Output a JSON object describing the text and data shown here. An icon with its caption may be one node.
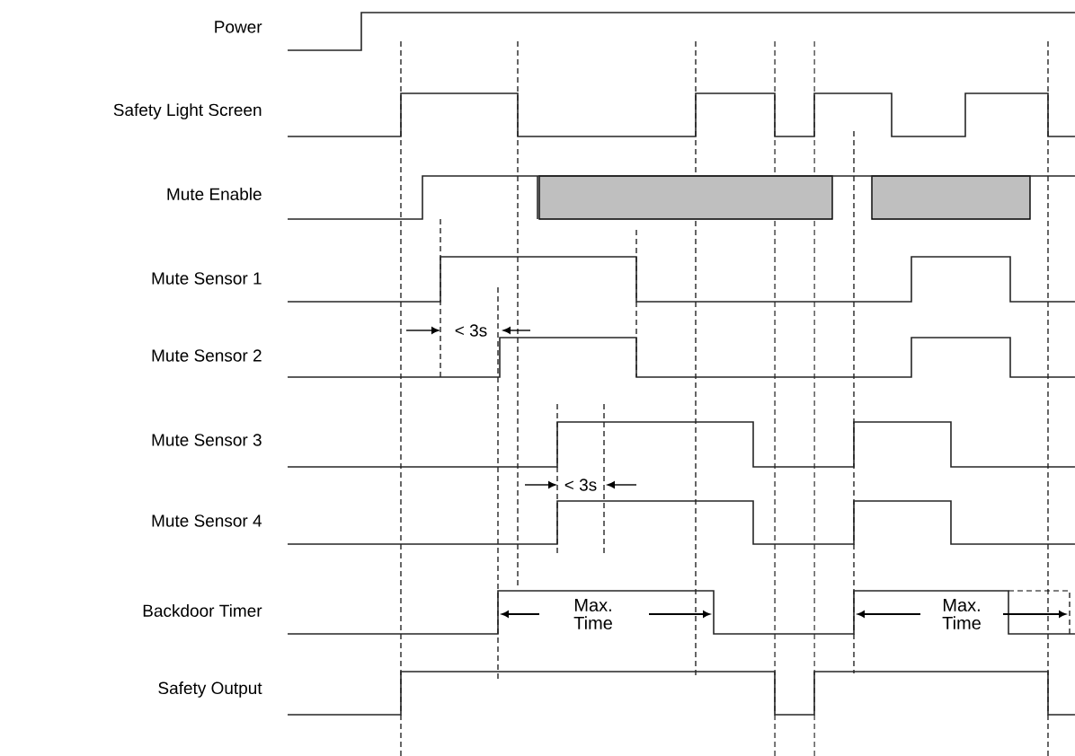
{
  "diagram": {
    "labels": [
      "Power",
      "Safety Light Screen",
      "Mute Enable",
      "Mute Sensor 1",
      "Mute Sensor 2",
      "Mute Sensor 3",
      "Mute Sensor 4",
      "Backdoor Timer",
      "Safety Output",
      "< 3s",
      "< 3s",
      "Max. Time",
      "Max. Time"
    ]
  }
}
